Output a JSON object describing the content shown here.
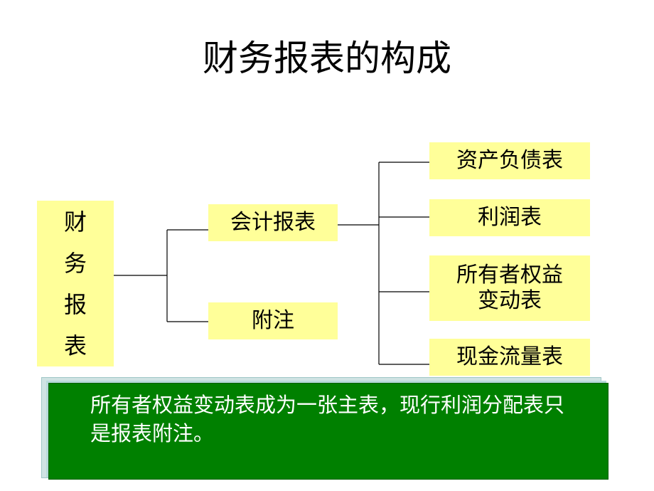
{
  "title": "财务报表的构成",
  "root": {
    "chars": [
      "财",
      "务",
      "报",
      "表"
    ]
  },
  "level1": {
    "accounting_statements": "会计报表",
    "notes": "附注"
  },
  "statements": {
    "balance_sheet": "资产负债表",
    "income_statement": "利润表",
    "equity_changes_line1": "所有者权益",
    "equity_changes_line2": "变动表",
    "cash_flow": "现金流量表"
  },
  "note": {
    "text": "所有者权益变动表成为一张主表，现行利润分配表只是报表附注。"
  },
  "colors": {
    "box_fill": "#ffff99",
    "note_fill": "#008000",
    "note_text": "#ffffff"
  }
}
